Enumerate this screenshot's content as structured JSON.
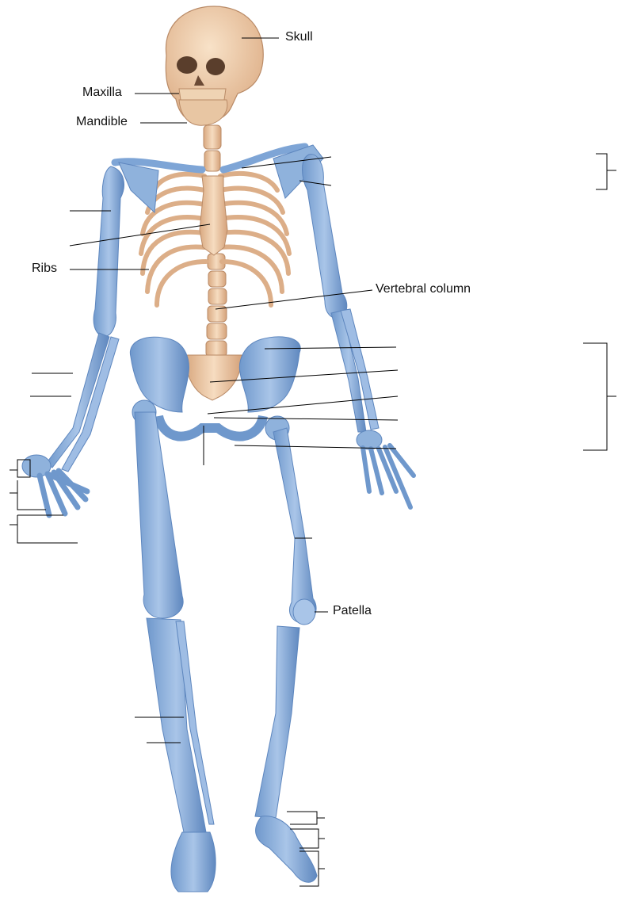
{
  "labels": {
    "skull": "Skull",
    "maxilla": "Maxilla",
    "mandible": "Mandible",
    "ribs": "Ribs",
    "vertebral_column": "Vertebral column",
    "patella": "Patella"
  },
  "colors": {
    "axial_bone": "#f1cfae",
    "axial_shade": "#d9a981",
    "appendicular_bone": "#8fb2dc",
    "appendicular_shade": "#5d86be",
    "leader_line": "#000000"
  }
}
